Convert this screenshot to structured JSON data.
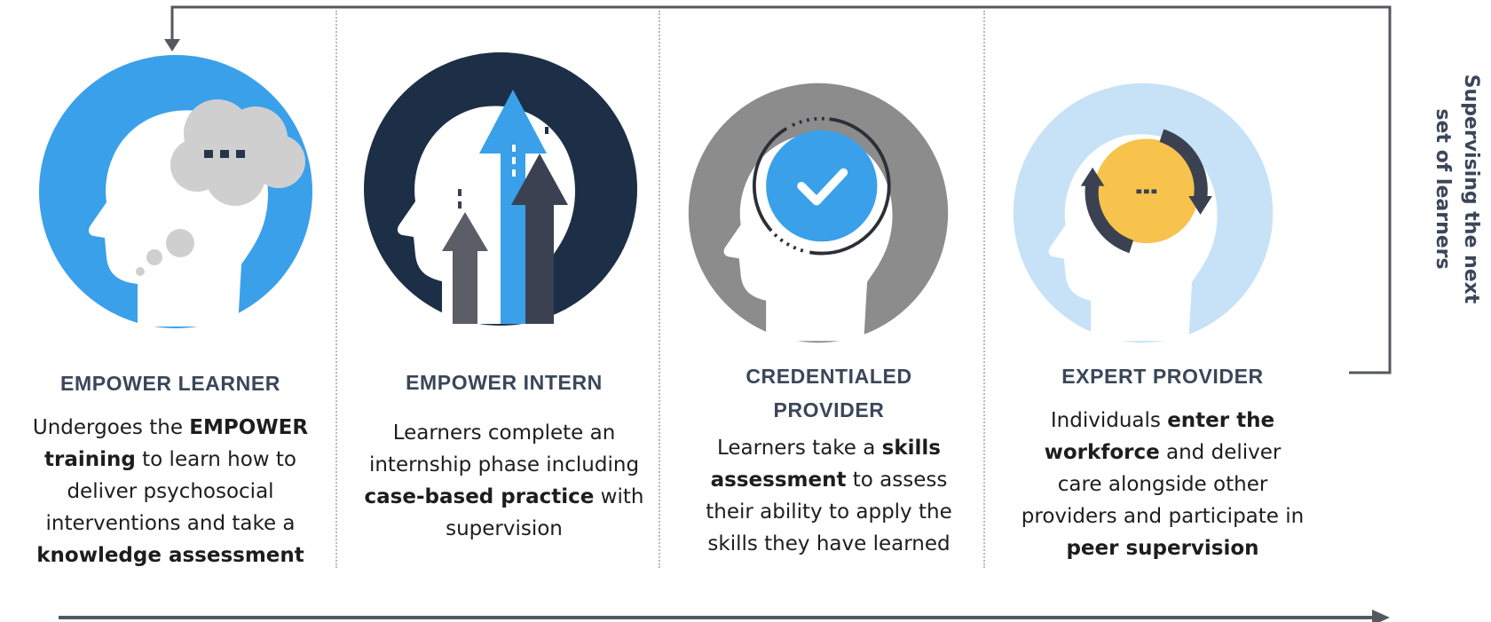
{
  "stages": [
    {
      "title": "EMPOWER LEARNER",
      "desc": [
        {
          "t": "Undergoes the ",
          "b": false
        },
        {
          "t": "EMPOWER training",
          "b": true
        },
        {
          "t": " to learn how to deliver psychosocial interventions and take a ",
          "b": false
        },
        {
          "t": "knowledge assessment",
          "b": true
        }
      ],
      "icon": "head-thought-cloud-icon",
      "icon_color": "#3aa0ea"
    },
    {
      "title": "EMPOWER INTERN",
      "desc": [
        {
          "t": "Learners complete an internship phase including ",
          "b": false
        },
        {
          "t": "case-based practice",
          "b": true
        },
        {
          "t": " with supervision",
          "b": false
        }
      ],
      "icon": "head-growth-arrows-icon",
      "icon_color": "#1c2f47"
    },
    {
      "title": "CREDENTIALED PROVIDER",
      "desc": [
        {
          "t": "Learners take a ",
          "b": false
        },
        {
          "t": "skills assessment",
          "b": true
        },
        {
          "t": " to assess their ability to apply the skills they have learned",
          "b": false
        }
      ],
      "icon": "head-checkmark-icon",
      "icon_color": "#8c8c8c"
    },
    {
      "title": "EXPERT PROVIDER",
      "desc": [
        {
          "t": "Individuals ",
          "b": false
        },
        {
          "t": "enter the workforce",
          "b": true
        },
        {
          "t": " and deliver care alongside other providers and participate in ",
          "b": false
        },
        {
          "t": "peer supervision",
          "b": true
        }
      ],
      "icon": "head-cycle-arrows-icon",
      "icon_color": "#c7e2f7"
    }
  ],
  "loop_label": "Supervising the next set of learners",
  "colors": {
    "connector": "#55595f",
    "title_text": "#3b4659",
    "body_text": "#1d1d1d",
    "blue": "#3aa0ea",
    "navy": "#1c2f47",
    "gray": "#8c8c8c",
    "light_blue": "#c7e2f7",
    "gold": "#f7c34d"
  }
}
